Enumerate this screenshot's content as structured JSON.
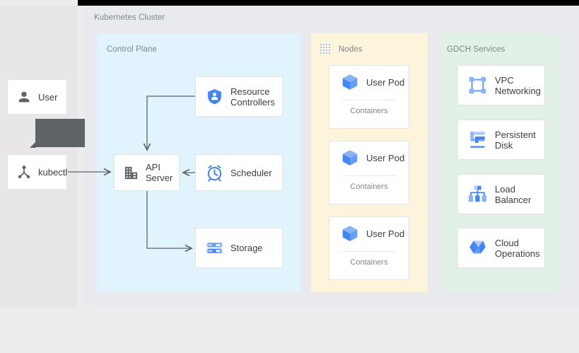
{
  "diagram": {
    "title": "Kubernetes Cluster",
    "background_color": "#ececec",
    "cluster_color": "#e8eaed"
  },
  "actors": [
    {
      "label": "User",
      "icon": "user-icon",
      "color": "#5f6368"
    },
    {
      "label": "kubectl",
      "icon": "kubectl-node-icon",
      "color": "#5f6368"
    }
  ],
  "tooltip": {
    "text": "",
    "color": "#5f6368"
  },
  "groups": [
    {
      "id": "control-plane",
      "title": "Control Plane",
      "color": "#e1f3fd",
      "items": [
        {
          "label": "Resource\nControllers",
          "icon": "shield-person-icon",
          "color": "#4285f4"
        },
        {
          "label": "API\nServer",
          "icon": "api-server-building-icon",
          "color": "#5f6368"
        },
        {
          "label": "Scheduler",
          "icon": "alarm-clock-icon",
          "color": "#4285f4"
        },
        {
          "label": "Storage",
          "icon": "storage-disks-icon",
          "color": "#669df6"
        }
      ]
    },
    {
      "id": "nodes",
      "title": "Nodes",
      "color": "#fdf4dc",
      "icon": "dotted-grid-icon",
      "items": [
        {
          "label": "User Pod",
          "sublabel": "Containers",
          "icon": "cube-pod-icon",
          "color": "#4285f4"
        },
        {
          "label": "User Pod",
          "sublabel": "Containers",
          "icon": "cube-pod-icon",
          "color": "#4285f4"
        },
        {
          "label": "User Pod",
          "sublabel": "Containers",
          "icon": "cube-pod-icon",
          "color": "#4285f4"
        }
      ]
    },
    {
      "id": "gdch-services",
      "title": "GDCH Services",
      "color": "#e2f1e7",
      "items": [
        {
          "label": "VPC\nNetworking",
          "icon": "vpc-networking-icon",
          "color": "#669df6"
        },
        {
          "label": "Persistent\nDisk",
          "icon": "persistent-disk-icon",
          "color": "#4285f4"
        },
        {
          "label": "Load\nBalancer",
          "icon": "load-balancer-icon",
          "color": "#4285f4"
        },
        {
          "label": "Cloud\nOperations",
          "icon": "cloud-operations-icon",
          "color": "#4285f4"
        }
      ]
    }
  ],
  "connections": [
    {
      "from": "kubectl",
      "to": "API Server"
    },
    {
      "from": "Resource Controllers",
      "to": "API Server"
    },
    {
      "from": "Scheduler",
      "to": "API Server"
    },
    {
      "from": "API Server",
      "to": "Storage"
    }
  ],
  "arrow_color": "#5f6368"
}
